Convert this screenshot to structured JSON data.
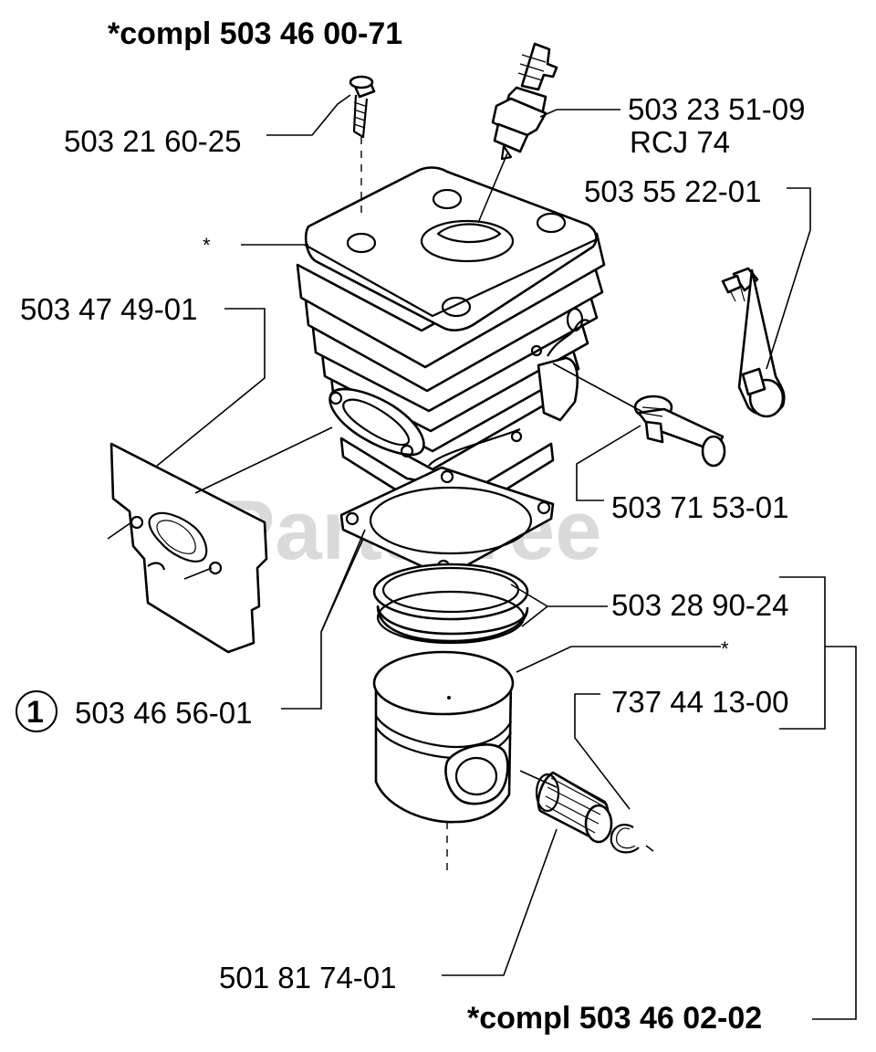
{
  "assembly_top": "*compl 503 46 00-71",
  "assembly_bottom": "*compl 503 46 02-02",
  "watermark": "PartsTree",
  "callout_number": "1",
  "labels": {
    "cylinder_screw": "503 21 60-25",
    "spark_plug": "503 23 51-09",
    "spark_plug_type": "RCJ 74",
    "decompression_valve": "503 55 22-01",
    "cylinder_marker": "*",
    "heat_shield": "503 47 49-01",
    "intake_fitting": "503 71 53-01",
    "piston_ring": "503 28 90-24",
    "piston_marker": "*",
    "cylinder_gasket": "503 46 56-01",
    "circlip": "737 44 13-00",
    "needle_bearing": "501 81 74-01"
  }
}
